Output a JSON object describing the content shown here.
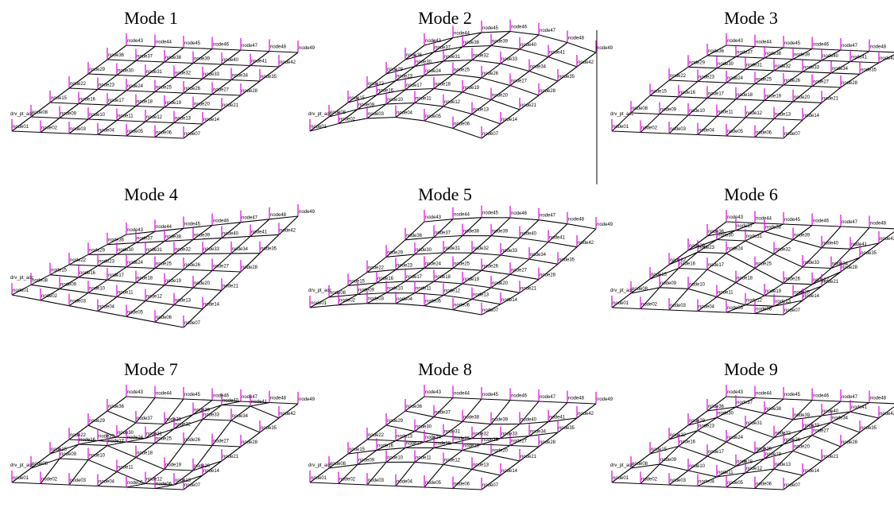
{
  "modes": [
    {
      "title": "Mode 1",
      "amp": 0,
      "shape": "flat"
    },
    {
      "title": "Mode 2",
      "amp": 22,
      "shape": "bend-x"
    },
    {
      "title": "Mode 3",
      "amp": 10,
      "shape": "bend-y"
    },
    {
      "title": "Mode 4",
      "amp": 16,
      "shape": "twist"
    },
    {
      "title": "Mode 5",
      "amp": 12,
      "shape": "saddle"
    },
    {
      "title": "Mode 6",
      "amp": 20,
      "shape": "wave-x"
    },
    {
      "title": "Mode 7",
      "amp": 20,
      "shape": "wave-xy"
    },
    {
      "title": "Mode 8",
      "amp": 14,
      "shape": "wave-y"
    },
    {
      "title": "Mode 9",
      "amp": 16,
      "shape": "mixed"
    }
  ],
  "sensor_label": "drv_pt_acc",
  "node_prefix": "node",
  "grid": {
    "rows": 7,
    "cols": 7
  },
  "colors": {
    "mesh": "#000000",
    "sensor": "#e600e6",
    "title": "#000000"
  }
}
